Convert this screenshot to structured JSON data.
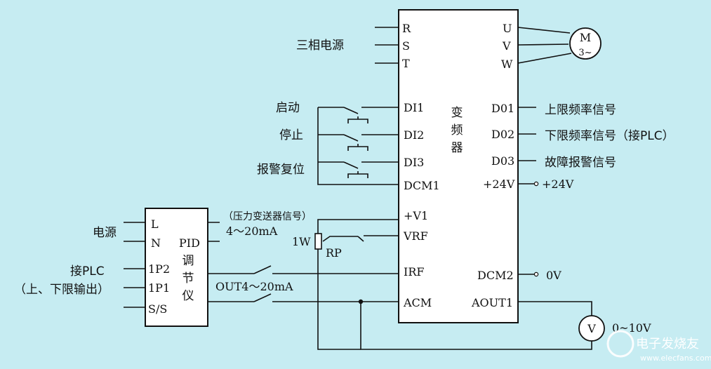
{
  "vfd": {
    "pins_left": [
      "R",
      "S",
      "T",
      "DI1",
      "DI2",
      "DI3",
      "DCM1",
      "+V1",
      "VRF",
      "IRF",
      "ACM"
    ],
    "pins_right": [
      "U",
      "V",
      "W",
      "D01",
      "D02",
      "D03",
      "+24V",
      "DCM2",
      "AOUT1"
    ],
    "name_chars": [
      "变",
      "频",
      "器"
    ]
  },
  "motor": {
    "label": "M",
    "phase": "3~"
  },
  "voltmeter": {
    "label": "V",
    "range": "0~10V"
  },
  "labels": {
    "three_phase": "三相电源",
    "start": "启动",
    "stop": "停止",
    "alarm_reset": "报警复位",
    "upper_freq": "上限频率信号",
    "lower_freq": "下限频率信号（接PLC）",
    "fault_alarm": "故障报警信号",
    "out_24v": "+24V",
    "out_0v": "0V",
    "power": "电源",
    "to_plc": "接PLC",
    "limits_out": "（上、下限输出）",
    "pressure": "（压力变送器信号）",
    "range_4_20": "4～20mA",
    "out4_20": "OUT4～20mA",
    "res_power": "1W",
    "rp": "RP"
  },
  "pid": {
    "pins": [
      "L",
      "N",
      "1P2",
      "1P1",
      "S/S"
    ],
    "title_chars": [
      "PID",
      "调",
      "节",
      "仪"
    ]
  },
  "watermark": "电子发烧友",
  "watermark_url": "www.elecfans.com"
}
